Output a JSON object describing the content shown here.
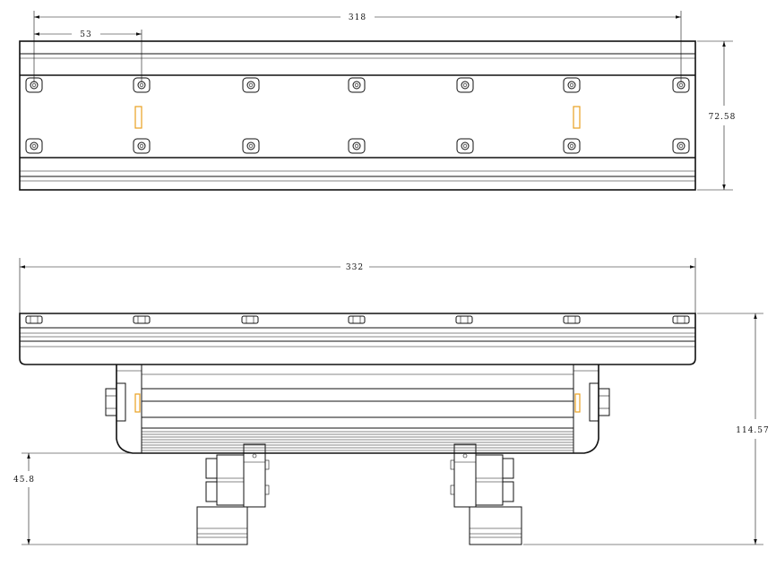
{
  "dimensions": {
    "top_width": "318",
    "hole_spacing": "53",
    "top_height": "72.58",
    "side_width": "332",
    "side_height": "114.57",
    "bracket_height": "45.8"
  },
  "colors": {
    "line": "#111111",
    "led_strip": "#e8a020"
  }
}
